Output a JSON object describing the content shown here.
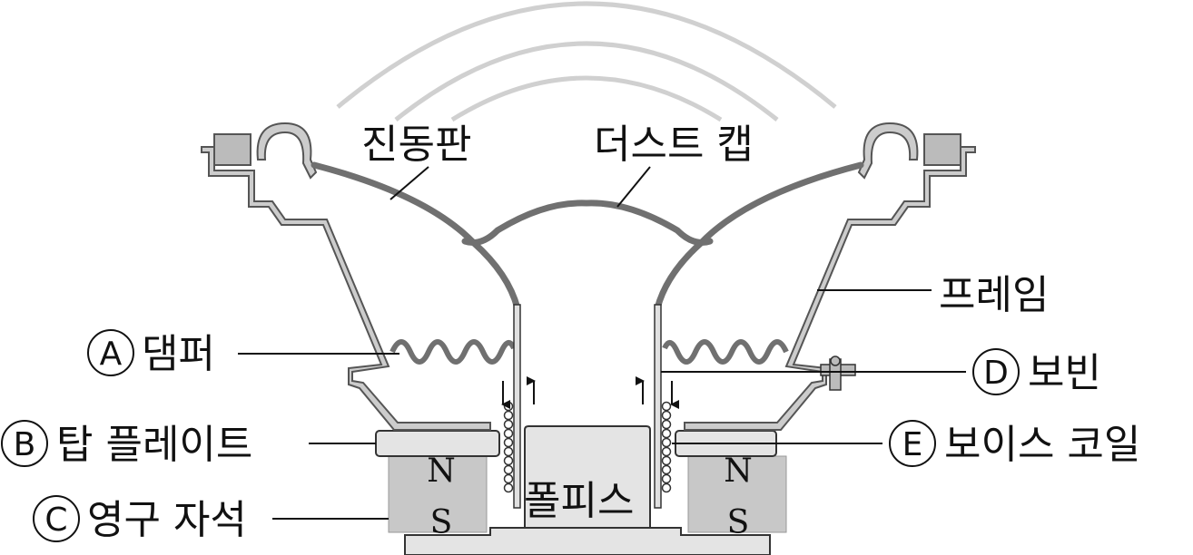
{
  "labels": {
    "diaphragm": "진동판",
    "dust_cap": "더스트 캡",
    "frame": "프레임",
    "pole_piece": "폴피스",
    "damper": "댐퍼",
    "top_plate": "탑 플레이트",
    "magnet": "영구 자석",
    "bobbin": "보빈",
    "voice_coil": "보이스 코일"
  },
  "markers": {
    "A": "A",
    "B": "B",
    "C": "C",
    "D": "D",
    "E": "E"
  },
  "poles": {
    "north": "N",
    "south": "S"
  },
  "colors": {
    "frame_fill": "#cccccc",
    "frame_stroke": "#555555",
    "cone": "#707070",
    "magnet": "#c8c8c8",
    "plate": "#e4e4e4",
    "waves": "#d0d0d0"
  }
}
